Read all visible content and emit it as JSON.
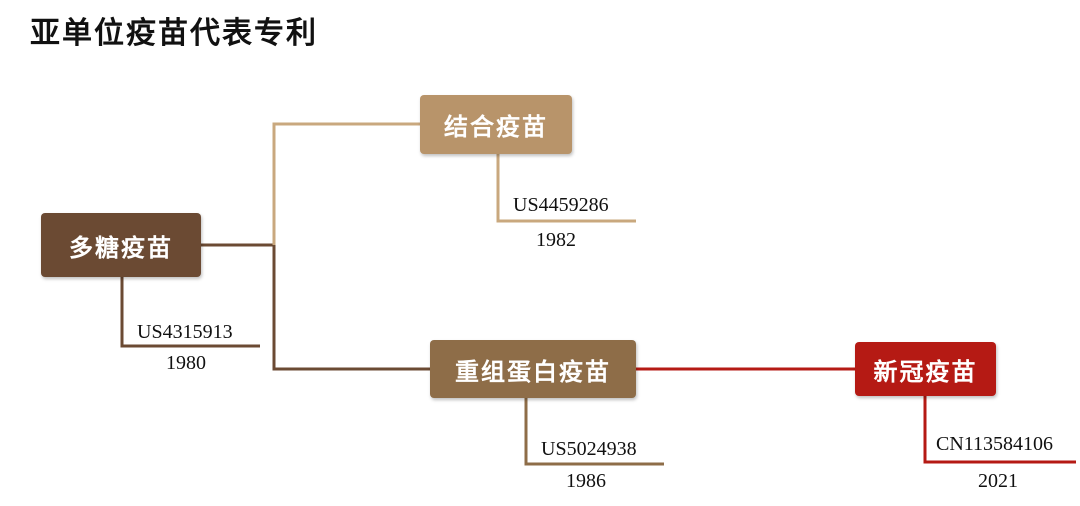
{
  "title": "亚单位疫苗代表专利",
  "colors": {
    "polysaccharide": "#6b4a33",
    "conjugate": "#b8946a",
    "recombinant": "#8e6d48",
    "covid": "#b51a14"
  },
  "nodes": {
    "polysaccharide": {
      "label": "多糖疫苗",
      "patent": "US4315913",
      "year": "1980"
    },
    "conjugate": {
      "label": "结合疫苗",
      "patent": "US4459286",
      "year": "1982"
    },
    "recombinant": {
      "label": "重组蛋白疫苗",
      "patent": "US5024938",
      "year": "1986"
    },
    "covid": {
      "label": "新冠疫苗",
      "patent": "CN113584106",
      "year": "2021"
    }
  }
}
